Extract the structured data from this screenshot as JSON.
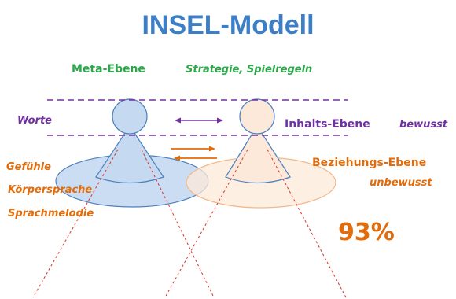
{
  "title": "INSEL-Modell",
  "labels": {
    "meta_ebene": "Meta-Ebene",
    "strategie": "Strategie, Spielregeln",
    "worte": "Worte",
    "inhalts_ebene": "Inhalts-Ebene",
    "bewusst": "bewusst",
    "gefuehle": "Gefühle",
    "koerpersprache": "Körpersprache",
    "sprachmelodie": "Sprachmelodie",
    "beziehungs_ebene": "Beziehungs-Ebene",
    "unbewusst": "unbewusst",
    "percent": "93%"
  },
  "colors": {
    "title": "#3d7fc7",
    "green": "#2aa84a",
    "purple": "#7030a0",
    "orange": "#e36c0a",
    "blue_fill": "#c5d9f1",
    "blue_stroke": "#4f81bd",
    "peach_fill": "#fde9d9",
    "peach_stroke": "#f2b88a",
    "red_dash": "#e0322a"
  }
}
